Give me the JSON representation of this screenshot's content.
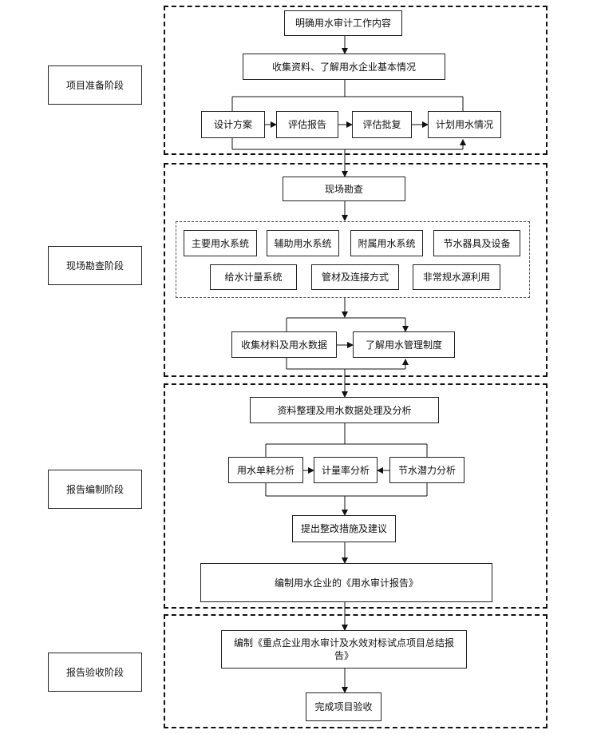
{
  "stages": [
    {
      "label": "项目准备阶段"
    },
    {
      "label": "现场勘查阶段"
    },
    {
      "label": "报告编制阶段"
    },
    {
      "label": "报告验收阶段"
    }
  ],
  "prep": {
    "define": "明确用水审计工作内容",
    "collect": "收集资料、了解用水企业基本情况",
    "plan": "设计方案",
    "eval_report": "评估报告",
    "eval_approve": "评估批复",
    "plan_water": "计划用水情况"
  },
  "survey": {
    "site": "现场勘查",
    "systems": [
      "主要用水系统",
      "辅助用水系统",
      "附属用水系统",
      "节水器具及设备"
    ],
    "systems2": [
      "给水计量系统",
      "管材及连接方式",
      "非常规水源利用"
    ],
    "collect_data": "收集材料及用水数据",
    "mgmt": "了解用水管理制度"
  },
  "report": {
    "process": "资料整理及用水数据处理及分析",
    "analyses": [
      "用水单耗分析",
      "计量率分析",
      "节水潜力分析"
    ],
    "measures": "提出整改措施及建议",
    "compile": "编制用水企业的《用水审计报告》"
  },
  "accept": {
    "summary": "编制《重点企业用水审计及水效对标试点项目总结报告》",
    "complete": "完成项目验收"
  }
}
